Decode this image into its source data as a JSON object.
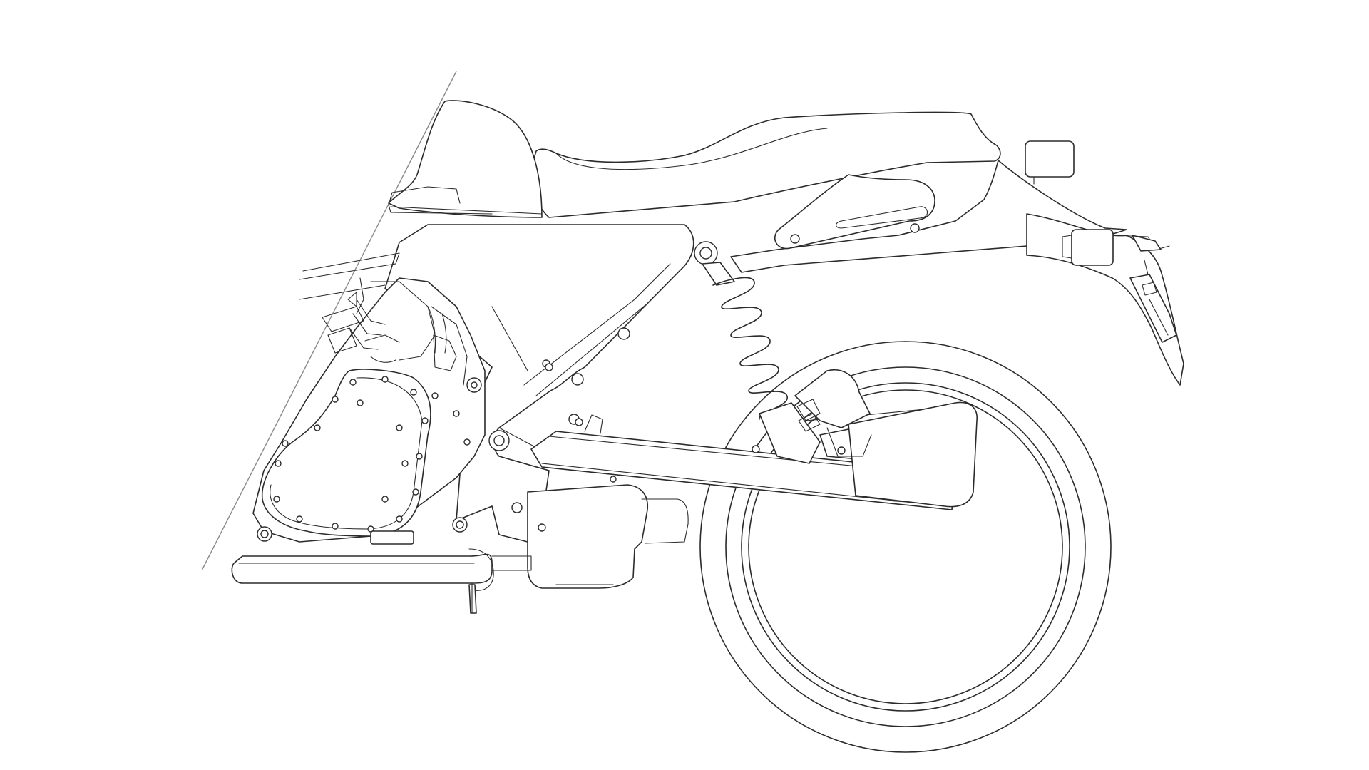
{
  "drawing": {
    "background": "#ffffff",
    "line_color": "#2b2b2b",
    "cutaway_color": "#8a8a8a",
    "components": [
      "seat",
      "fuel-tank",
      "frame",
      "rear-shock-absorber",
      "swingarm",
      "rear-wheel",
      "rear-fender",
      "tail-light",
      "rear-turn-signal",
      "license-plate-bracket",
      "engine-clutch-cover",
      "exhaust-pipe",
      "muffler",
      "side-stand"
    ]
  }
}
